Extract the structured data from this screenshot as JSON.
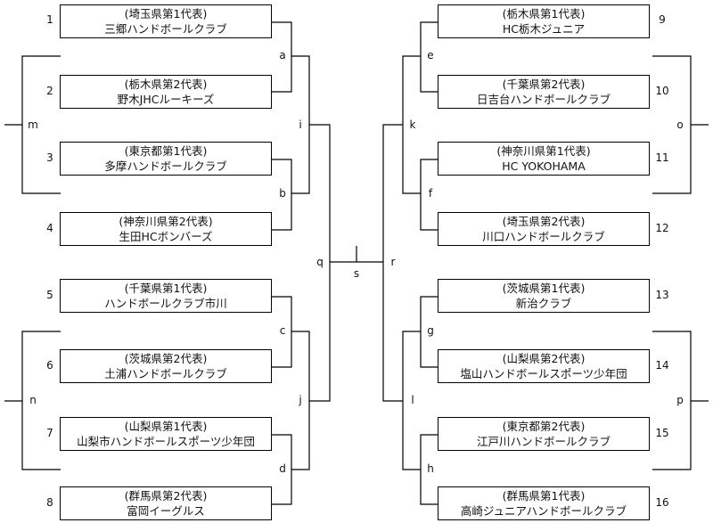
{
  "left_teams": [
    {
      "seed": "1",
      "pref": "(埼玉県第1代表)",
      "team": "三郷ハンドボールクラブ"
    },
    {
      "seed": "2",
      "pref": "(栃木県第2代表)",
      "team": "野木JHCルーキーズ"
    },
    {
      "seed": "3",
      "pref": "(東京都第1代表)",
      "team": "多摩ハンドボールクラブ"
    },
    {
      "seed": "4",
      "pref": "(神奈川県第2代表)",
      "team": "生田HCボンバーズ"
    },
    {
      "seed": "5",
      "pref": "(千葉県第1代表)",
      "team": "ハンドボールクラブ市川"
    },
    {
      "seed": "6",
      "pref": "(茨城県第2代表)",
      "team": "土浦ハンドボールクラブ"
    },
    {
      "seed": "7",
      "pref": "(山梨県第1代表)",
      "team": "山梨市ハンドボールスポーツ少年団"
    },
    {
      "seed": "8",
      "pref": "(群馬県第2代表)",
      "team": "富岡イーグルス"
    }
  ],
  "right_teams": [
    {
      "seed": "9",
      "pref": "(栃木県第1代表)",
      "team": "HC栃木ジュニア"
    },
    {
      "seed": "10",
      "pref": "(千葉県第2代表)",
      "team": "日吉台ハンドボールクラブ"
    },
    {
      "seed": "11",
      "pref": "(神奈川県第1代表)",
      "team": "HC YOKOHAMA"
    },
    {
      "seed": "12",
      "pref": "(埼玉県第2代表)",
      "team": "川口ハンドボールクラブ"
    },
    {
      "seed": "13",
      "pref": "(茨城県第1代表)",
      "team": "新治クラブ"
    },
    {
      "seed": "14",
      "pref": "(山梨県第2代表)",
      "team": "塩山ハンドボールスポーツ少年団"
    },
    {
      "seed": "15",
      "pref": "(東京都第2代表)",
      "team": "江戸川ハンドボールクラブ"
    },
    {
      "seed": "16",
      "pref": "(群馬県第1代表)",
      "team": "高崎ジュニアハンドボールクラブ"
    }
  ],
  "match_labels": {
    "a": "a",
    "b": "b",
    "c": "c",
    "d": "d",
    "e": "e",
    "f": "f",
    "g": "g",
    "h": "h",
    "i": "i",
    "j": "j",
    "k": "k",
    "l": "l",
    "m": "m",
    "n": "n",
    "o": "o",
    "p": "p",
    "q": "q",
    "r": "r",
    "s": "s"
  }
}
